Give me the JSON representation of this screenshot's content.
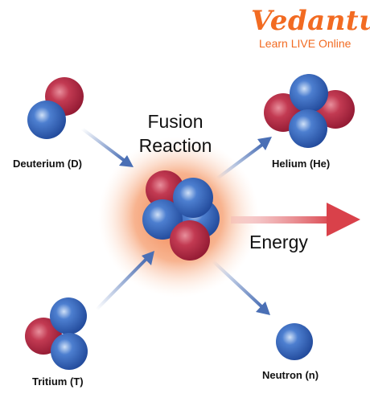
{
  "brand": {
    "name": "Vedantu",
    "tagline": "Learn LIVE Online"
  },
  "title": {
    "line1": "Fusion",
    "line2": "Reaction"
  },
  "labels": {
    "deuterium": "Deuterium (D)",
    "tritium": "Tritium (T)",
    "helium": "Helium (He)",
    "neutron": "Neutron (n)",
    "energy": "Energy"
  },
  "colors": {
    "proton": "#b5253f",
    "neutron": "#2b5cad",
    "arrow": "#4a6fb5",
    "energy_arrow": "#d9414a",
    "glow": "#f0743a",
    "brand": "#f26b22"
  }
}
